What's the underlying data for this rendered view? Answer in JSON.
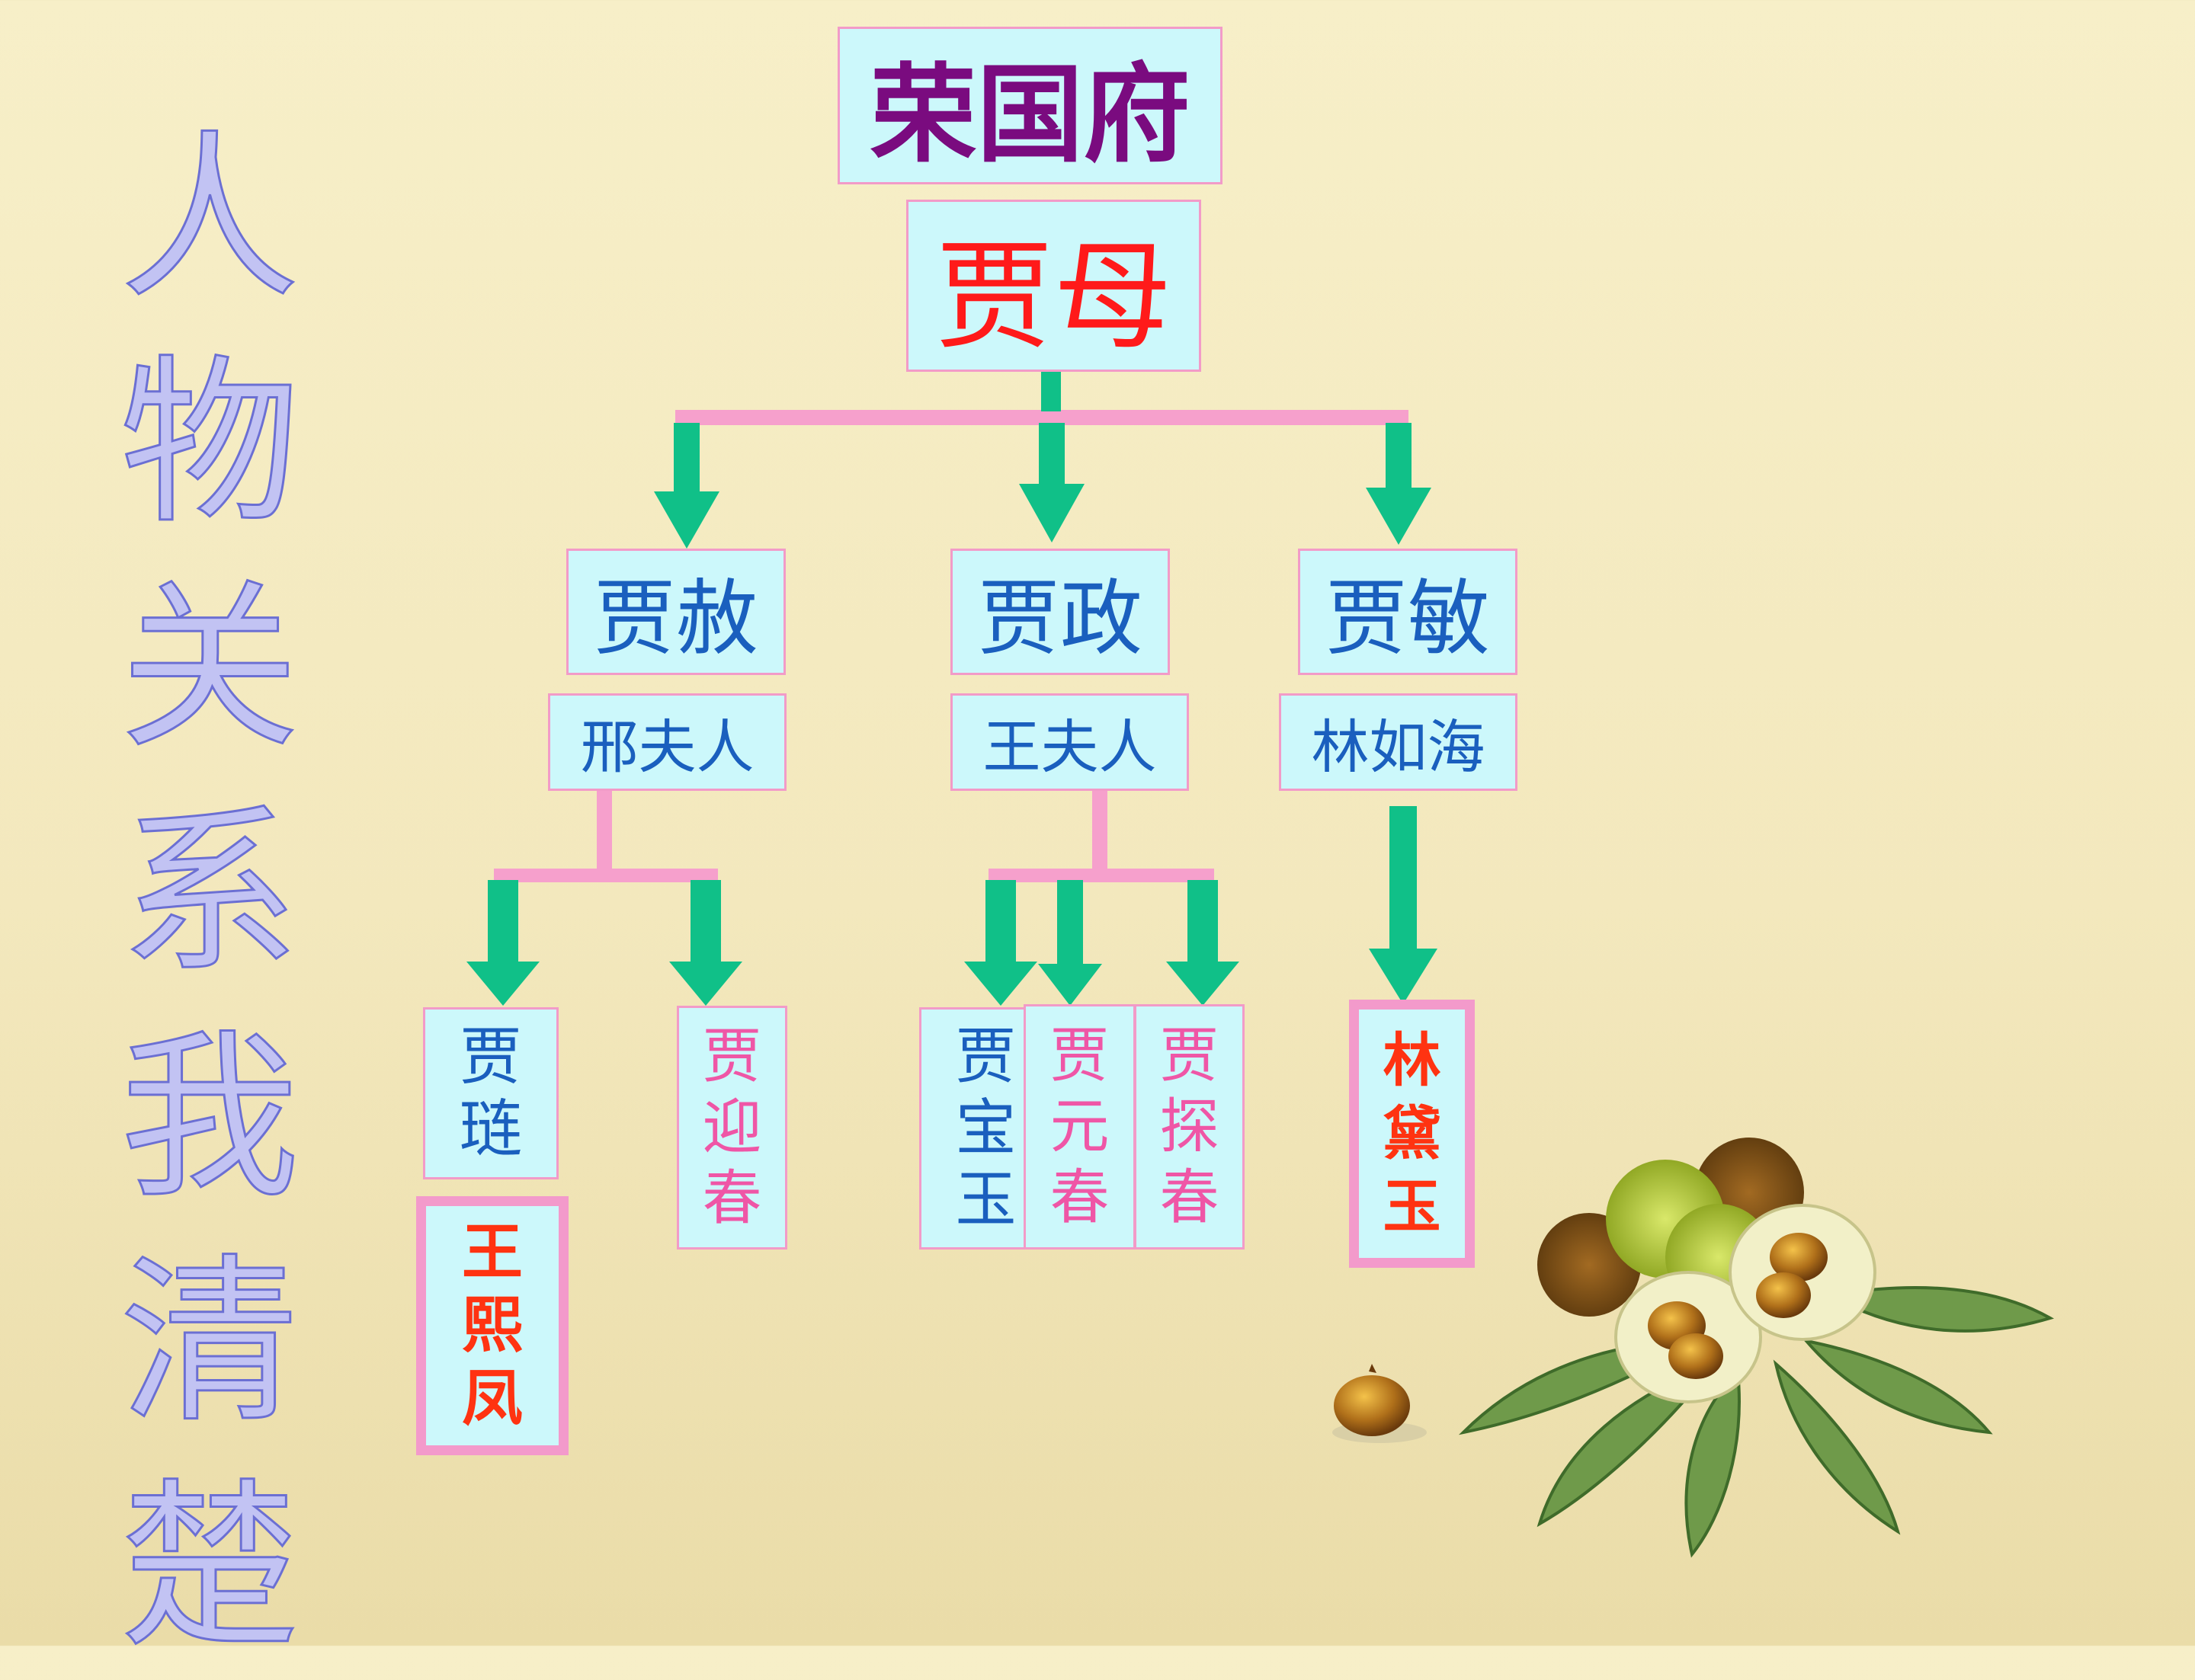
{
  "title": "人物关系我清楚",
  "mansion": "荣国府",
  "root": "贾母",
  "sons": [
    {
      "name": "贾赦",
      "spouse": "邢夫人"
    },
    {
      "name": "贾政",
      "spouse": "王夫人"
    },
    {
      "name": "贾敏",
      "spouse": "林如海"
    }
  ],
  "grandchildren": [
    "贾琏",
    "贾迎春",
    "贾宝玉",
    "贾元春",
    "贾探春",
    "林黛玉"
  ],
  "in_law": "王熙凤",
  "colors": {
    "mansion": "#7a0b7f",
    "root": "#ff1a1a",
    "blue_text": "#1a5fbe",
    "pink_text": "#ef56a6",
    "red_text": "#ff3311",
    "box_bg": "#ccf8fb",
    "box_border": "#f29bc8",
    "arrow": "#10c088",
    "connector": "#f6a0cc"
  }
}
